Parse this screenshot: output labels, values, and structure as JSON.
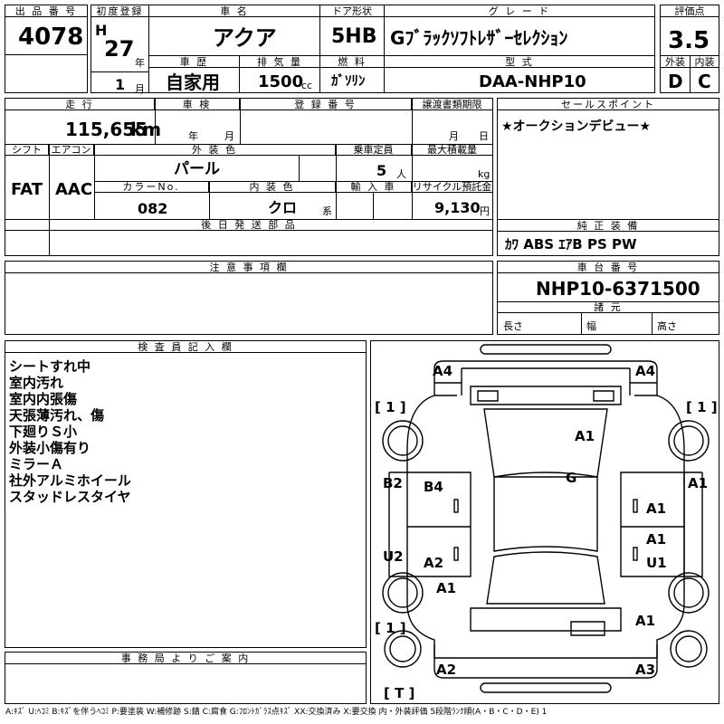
{
  "header": {
    "lot_no_label": "出 品 番 号",
    "lot_no": "4078",
    "first_reg_label": "初度登録",
    "era": "H",
    "year": "27",
    "year_unit": "年",
    "month": "1",
    "month_unit": "月",
    "car_name_label": "車 名",
    "car_name": "アクア",
    "door_label": "ドア形状",
    "door": "5HB",
    "grade_label": "グ レ ー ド",
    "grade": "Gﾌﾞﾗｯｸｿﾌﾄﾚｻﾞｰｾﾚｸｼｮﾝ",
    "score_label": "評価点",
    "score": "3.5",
    "history_label": "車 歴",
    "history": "自家用",
    "displacement_label": "排 気 量",
    "displacement": "1500",
    "cc": "cc",
    "fuel_label": "燃 料",
    "fuel": "ｶﾞｿﾘﾝ",
    "model_label": "型 式",
    "model": "DAA-NHP10",
    "ext_label": "外装",
    "ext": "D",
    "int_label": "内装",
    "int": "C"
  },
  "row2": {
    "mileage_label": "走 行",
    "mileage": "115,655",
    "km": "km",
    "inspection_label": "車 検",
    "year_unit": "年",
    "month_unit": "月",
    "reg_label": "登 録 番 号",
    "transfer_label": "譲渡書類期限",
    "day_unit": "日",
    "selling_label": "セールスポイント",
    "selling": "★オークションデビュー★",
    "shift_label": "シフト",
    "shift": "FAT",
    "ac_label": "エアコン",
    "ac": "AAC",
    "color_label": "外 装 色",
    "color": "パール",
    "capacity_label": "乗車定員",
    "capacity": "5",
    "person": "人",
    "load_label": "最大積載量",
    "kg": "kg",
    "color_no_label": "カラーNo.",
    "color_no": "082",
    "int_color_label": "内 装 色",
    "int_color": "クロ",
    "kei": "系",
    "import_label": "輸 入 車",
    "recycle_label": "リサイクル預託金",
    "recycle": "9,130",
    "yen": "円",
    "later_label": "後 日 発 送 部 品",
    "equip_label": "純 正 装 備",
    "equip": "ｶﾜ ABS ｴｱB PS PW"
  },
  "row3": {
    "caution_label": "注 意 事 項 欄",
    "chassis_label": "車 台 番 号",
    "chassis": "NHP10-6371500",
    "spec_label": "諸 元",
    "length": "長さ",
    "width": "幅",
    "height": "高さ"
  },
  "inspector": {
    "label": "検 査 員 記 入 欄",
    "notes": [
      "シートすれ中",
      "室内汚れ",
      "室内内張傷",
      "天張薄汚れ、傷",
      "下廻りＳ小",
      "外装小傷有り",
      "ミラーＡ",
      "社外アルミホイール",
      "スタッドレスタイヤ"
    ]
  },
  "office": {
    "label": "事 務 局 よ り ご 案 内"
  },
  "diagram": {
    "marks": {
      "a4l": "A4",
      "a4r": "A4",
      "tl": "[ 1 ]",
      "tr": "[ 1 ]",
      "a1hood": "A1",
      "g": "G",
      "b2": "B2",
      "b4": "B4",
      "a1r": "A1",
      "a1r2": "A1",
      "a1l": "A1",
      "u2": "U2",
      "a2": "A2",
      "u1": "U1",
      "bl": "[ 1 ]",
      "a1rr": "A1",
      "a2b": "A2",
      "a3": "A3",
      "t": "[ T ]"
    }
  },
  "footer": "A:ｷｽﾞ U:ﾍｺﾐ B:ｷｽﾞを伴うﾍｺﾐ P:要塗装 W:補修跡 S:錆 C:腐食 G:ﾌﾛﾝﾄｶﾞﾗｽ点ｷｽﾞ XX:交換済み X:要交換 内・外装評価 5段階ﾗﾝｸ順(A・B・C・D・E) 1"
}
